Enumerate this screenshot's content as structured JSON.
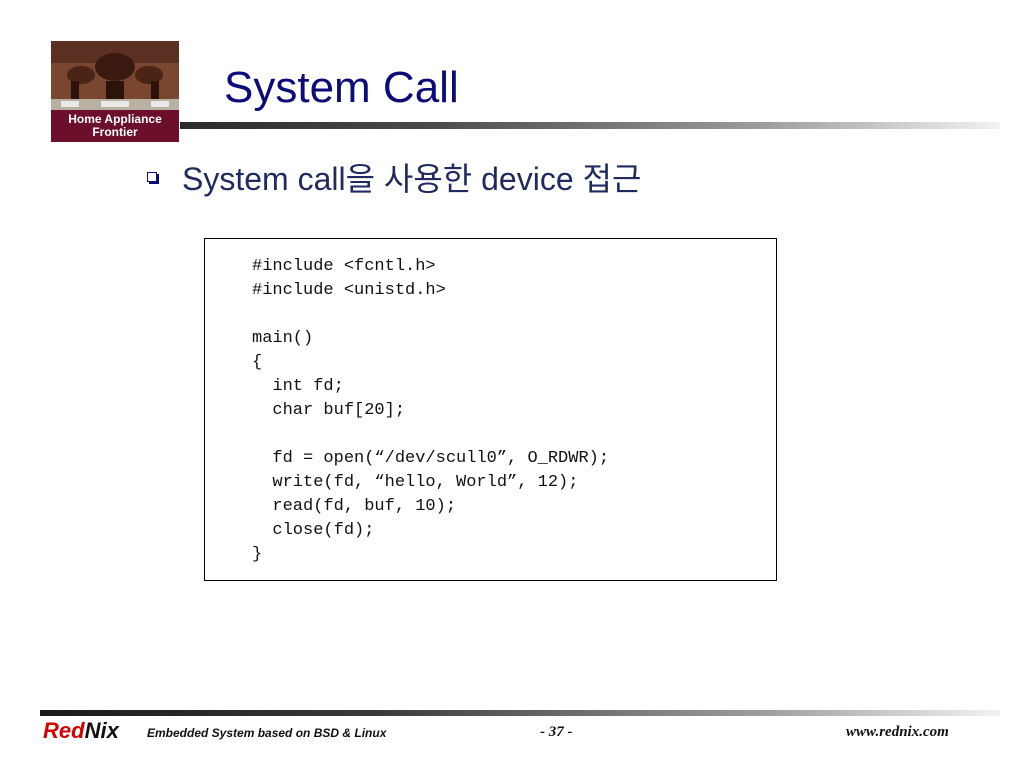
{
  "logo": {
    "line1": "Home Appliance",
    "line2": "Frontier",
    "band_color": "#6b0f2a"
  },
  "slide": {
    "title": "System Call",
    "title_color": "#0c0c78",
    "bullet": "System call을 사용한 device 접근"
  },
  "code": {
    "lines": [
      "#include <fcntl.h>",
      "#include <unistd.h>",
      "",
      "main()",
      "{",
      "  int fd;",
      "  char buf[20];",
      "",
      "  fd = open(“/dev/scull0”, O_RDWR);",
      "  write(fd, “hello, World”, 12);",
      "  read(fd, buf, 10);",
      "  close(fd);",
      "}"
    ]
  },
  "footer": {
    "brand_red": "Red",
    "brand_black": "Nix",
    "brand_color": "#d40000",
    "subtitle": "Embedded System based on BSD & Linux",
    "page": "- 37 -",
    "url": "www.rednix.com"
  }
}
